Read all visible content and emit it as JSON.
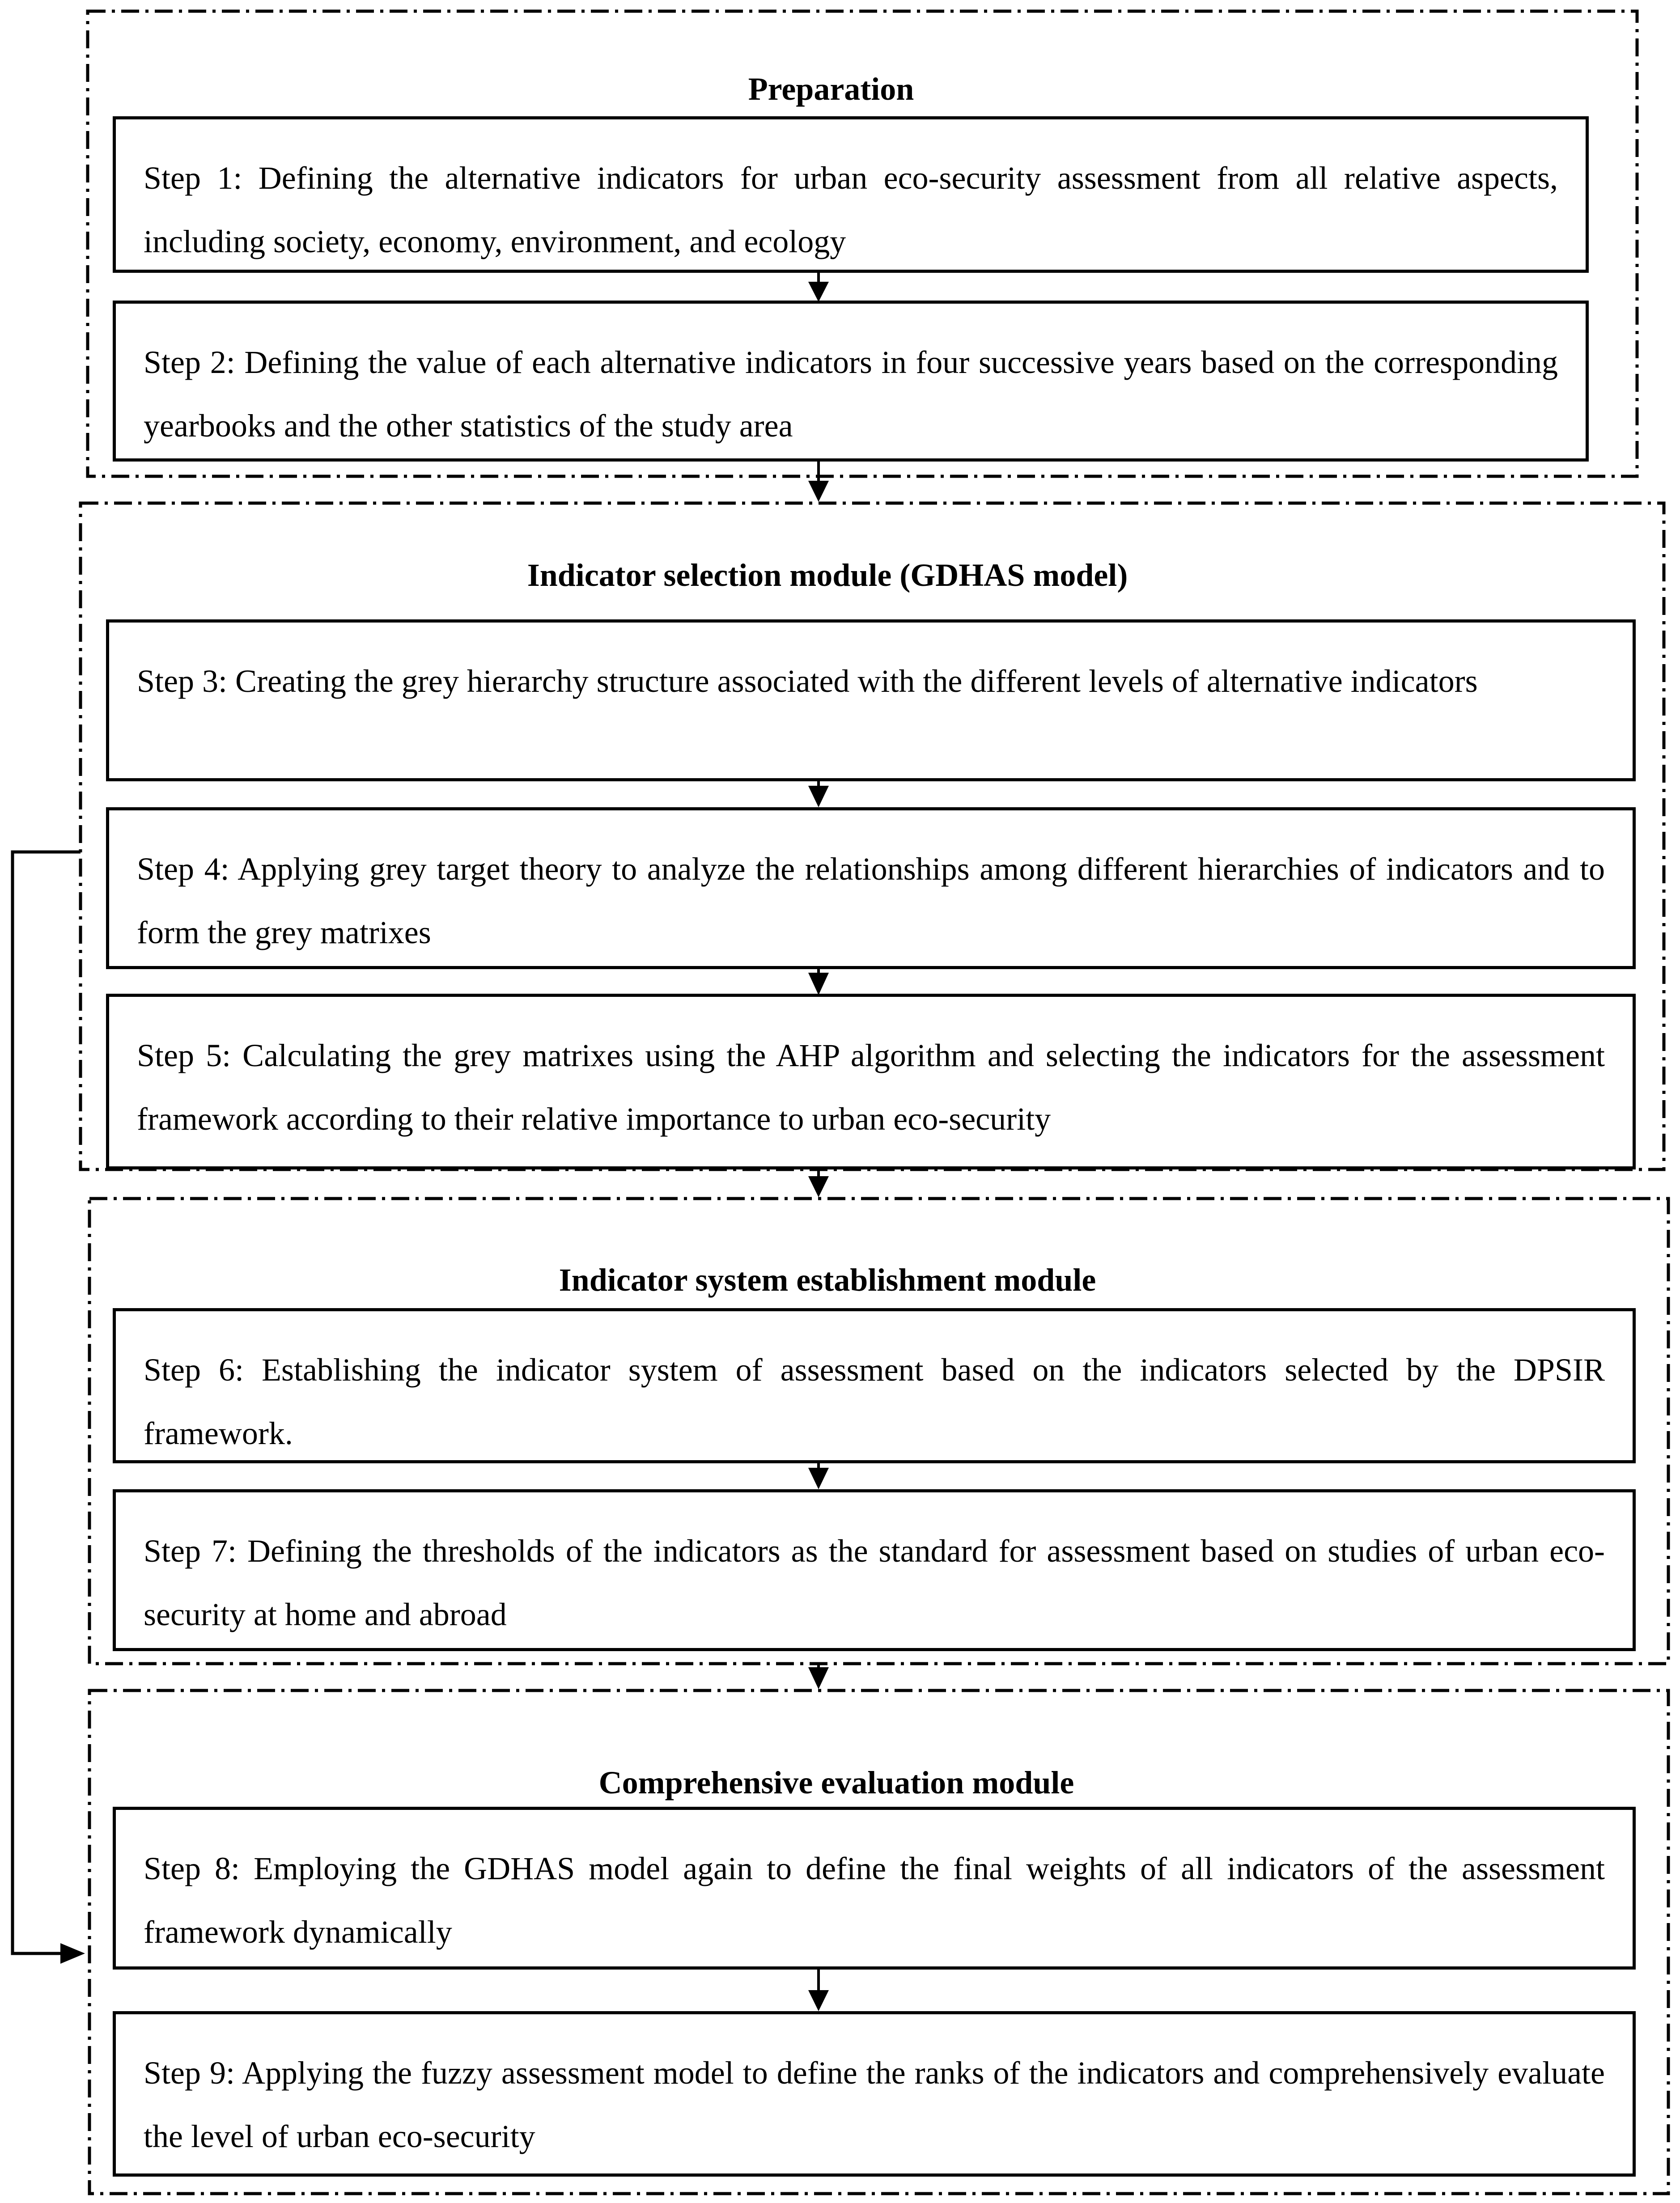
{
  "modules": [
    {
      "title": "Preparation",
      "steps": [
        "Step 1: Defining the alternative indicators for urban eco-security assessment from all relative aspects, including society, economy, environment, and ecology",
        "Step 2: Defining the value of each alternative indicators in four successive years based on the corresponding yearbooks and the other statistics of the study area"
      ]
    },
    {
      "title": "Indicator selection module (GDHAS model)",
      "steps": [
        "Step 3: Creating the grey hierarchy structure associated with the different levels of alternative indicators",
        "Step 4: Applying grey target theory to analyze the relationships among different hierarchies of indicators and to form the grey matrixes",
        "Step 5: Calculating the grey matrixes using the AHP algorithm and selecting the indicators for the assessment framework according to their relative importance to urban eco-security"
      ]
    },
    {
      "title": "Indicator system establishment module",
      "steps": [
        "Step 6: Establishing the indicator system of assessment based on the indicators selected by the DPSIR framework.",
        "Step 7: Defining the thresholds of the indicators as the standard for assessment based on studies of urban eco-security at home and abroad"
      ]
    },
    {
      "title": "Comprehensive evaluation module",
      "steps": [
        "Step 8: Employing the GDHAS model again to define the final weights of all indicators of the assessment framework dynamically",
        "Step 9: Applying the fuzzy assessment model to define the ranks of the indicators and comprehensively evaluate the level of urban eco-security"
      ]
    }
  ]
}
